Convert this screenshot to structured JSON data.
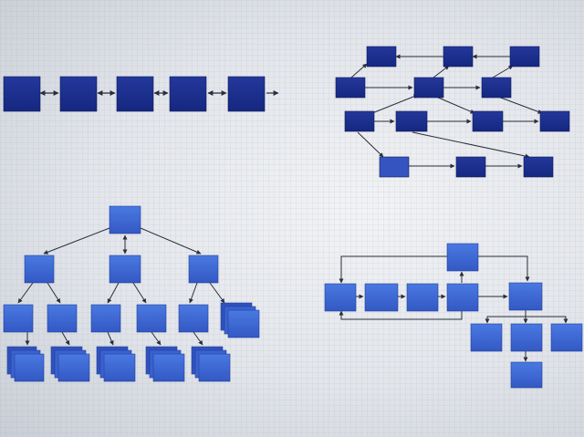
{
  "colors": {
    "chain_node": "#1a2f8f",
    "network_node": "#1c2f95",
    "tree_node": "#3a67d4",
    "flow_node": "#3a66d2",
    "edge": "#2a2e3c"
  },
  "diagrams": [
    {
      "name": "chain-diagram",
      "nodes": [
        "c1",
        "c2",
        "c3",
        "c4",
        "c5"
      ],
      "edges": [
        [
          "c1",
          "c2"
        ],
        [
          "c2",
          "c3"
        ],
        [
          "c3",
          "c4"
        ],
        [
          "c4",
          "c5"
        ]
      ]
    },
    {
      "name": "network-diagram",
      "nodes": [
        "n1",
        "n2",
        "n3",
        "n4",
        "n5",
        "n6",
        "n7",
        "n8",
        "n9",
        "n10",
        "n11",
        "n12",
        "n13"
      ],
      "edges": [
        [
          "n4",
          "n1"
        ],
        [
          "n2",
          "n1"
        ],
        [
          "n3",
          "n2"
        ],
        [
          "n4",
          "n5"
        ],
        [
          "n5",
          "n2"
        ],
        [
          "n5",
          "n6"
        ],
        [
          "n6",
          "n3"
        ],
        [
          "n7",
          "n5"
        ],
        [
          "n7",
          "n8"
        ],
        [
          "n8",
          "n9"
        ],
        [
          "n9",
          "n10"
        ],
        [
          "n7",
          "n11"
        ],
        [
          "n11",
          "n12"
        ],
        [
          "n12",
          "n13"
        ]
      ]
    },
    {
      "name": "tree-diagram",
      "nodes": [
        "t-root",
        "t-a",
        "t-b",
        "t-c",
        "t-a1",
        "t-a2",
        "t-b1",
        "t-b2",
        "t-c1",
        "t-c2",
        "t-s1",
        "t-s2",
        "t-s3",
        "t-s4",
        "t-s5"
      ],
      "edges": [
        [
          "t-root",
          "t-a"
        ],
        [
          "t-root",
          "t-b"
        ],
        [
          "t-root",
          "t-c"
        ],
        [
          "t-a",
          "t-a1"
        ],
        [
          "t-a",
          "t-a2"
        ],
        [
          "t-b",
          "t-b1"
        ],
        [
          "t-b",
          "t-b2"
        ],
        [
          "t-c",
          "t-c1"
        ],
        [
          "t-c",
          "t-c2"
        ],
        [
          "t-a1",
          "t-s1"
        ],
        [
          "t-a2",
          "t-s2"
        ],
        [
          "t-b1",
          "t-s3"
        ],
        [
          "t-b2",
          "t-s4"
        ],
        [
          "t-c1",
          "t-s5"
        ]
      ]
    },
    {
      "name": "flow-diagram",
      "nodes": [
        "f1",
        "f2",
        "f3",
        "f4",
        "f-top",
        "f5",
        "f6",
        "f7",
        "f8",
        "f9"
      ],
      "edges": [
        [
          "f1",
          "f2"
        ],
        [
          "f2",
          "f3"
        ],
        [
          "f3",
          "f4"
        ],
        [
          "f4",
          "f5"
        ],
        [
          "f-top",
          "f1"
        ],
        [
          "f-top",
          "f5"
        ],
        [
          "f4",
          "f1"
        ],
        [
          "f5",
          "f6"
        ],
        [
          "f5",
          "f7"
        ],
        [
          "f5",
          "f8"
        ],
        [
          "f7",
          "f9"
        ]
      ]
    }
  ]
}
